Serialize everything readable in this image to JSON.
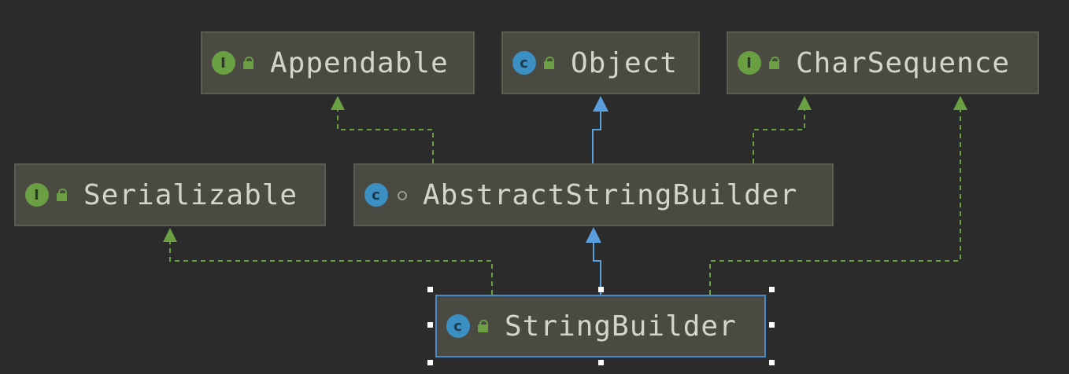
{
  "diagram": {
    "nodes": [
      {
        "id": "appendable",
        "label": "Appendable",
        "kind": "interface",
        "badge": "I",
        "visibility": "public"
      },
      {
        "id": "object",
        "label": "Object",
        "kind": "class",
        "badge": "c",
        "visibility": "public"
      },
      {
        "id": "charsequence",
        "label": "CharSequence",
        "kind": "interface",
        "badge": "I",
        "visibility": "public"
      },
      {
        "id": "serializable",
        "label": "Serializable",
        "kind": "interface",
        "badge": "I",
        "visibility": "public"
      },
      {
        "id": "abstractstringbuilder",
        "label": "AbstractStringBuilder",
        "kind": "abstract-class",
        "badge": "c",
        "visibility": "package"
      },
      {
        "id": "stringbuilder",
        "label": "StringBuilder",
        "kind": "class",
        "badge": "c",
        "visibility": "public",
        "selected": true
      }
    ],
    "edges": [
      {
        "from": "abstractstringbuilder",
        "to": "appendable",
        "type": "implements"
      },
      {
        "from": "abstractstringbuilder",
        "to": "object",
        "type": "extends"
      },
      {
        "from": "abstractstringbuilder",
        "to": "charsequence",
        "type": "implements"
      },
      {
        "from": "stringbuilder",
        "to": "serializable",
        "type": "implements"
      },
      {
        "from": "stringbuilder",
        "to": "abstractstringbuilder",
        "type": "extends"
      },
      {
        "from": "stringbuilder",
        "to": "charsequence",
        "type": "implements"
      }
    ],
    "colors": {
      "background": "#2b2b2b",
      "node_fill": "#4a4a42",
      "node_border": "#5c5c52",
      "selected_border": "#4a88c7",
      "implements_edge": "#6a9f43",
      "extends_edge": "#5a9ee0",
      "interface_badge": "#6a9f43",
      "class_badge": "#3c8fc2",
      "text": "#d4d4c8"
    }
  }
}
